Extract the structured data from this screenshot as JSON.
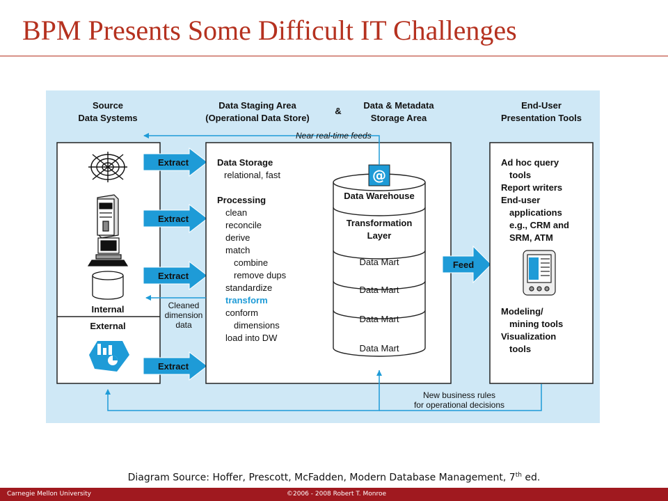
{
  "slide": {
    "title": "BPM Presents Some Difficult IT Challenges",
    "caption_main": "Diagram Source: Hoffer, Prescott, McFadden, Modern Database Management, 7",
    "caption_sup": "th",
    "caption_end": " ed.",
    "footer_left": "Carnegie Mellon University",
    "footer_center": "©2006 - 2008 Robert T. Monroe"
  },
  "colors": {
    "accent": "#b5311f",
    "diagram_bg": "#cfe8f6",
    "arrow": "#1e9bd7",
    "footer": "#a0191f"
  },
  "diagram": {
    "headers": {
      "source_1": "Source",
      "source_2": "Data Systems",
      "staging_1": "Data Staging Area",
      "staging_2": "(Operational Data Store)",
      "ampersand": "&",
      "meta_1": "Data & Metadata",
      "meta_2": "Storage Area",
      "enduser_1": "End-User",
      "enduser_2": "Presentation Tools"
    },
    "near_realtime": "Near real-time feeds",
    "source": {
      "icons": [
        "web-icon",
        "server-icon",
        "computer-icon",
        "database-icon",
        "analytics-icon"
      ],
      "internal": "Internal",
      "external": "External"
    },
    "extract": [
      "Extract",
      "Extract",
      "Extract",
      "Extract"
    ],
    "staging": {
      "storage_title": "Data Storage",
      "storage_sub": "relational, fast",
      "processing_title": "Processing",
      "steps": [
        "clean",
        "reconcile",
        "derive",
        "match",
        "combine",
        "remove dups",
        "standardize",
        "transform",
        "conform",
        "dimensions",
        "load into DW"
      ]
    },
    "cleaned": [
      "Cleaned",
      "dimension",
      "data"
    ],
    "warehouse": {
      "at_symbol": "@",
      "top": "Data Warehouse",
      "layer_1": "Transformation",
      "layer_2": "Layer",
      "marts": [
        "Data Mart",
        "Data Mart",
        "Data Mart",
        "Data Mart"
      ]
    },
    "feed": "Feed",
    "enduser": {
      "top_items": [
        "Ad hoc query",
        "tools",
        "Report writers",
        "End-user",
        "applications",
        "e.g., CRM and",
        "SRM, ATM"
      ],
      "bottom_items": [
        "Modeling/",
        "mining tools",
        "Visualization",
        "tools"
      ]
    },
    "new_rules": [
      "New business rules",
      "for operational decisions"
    ]
  }
}
